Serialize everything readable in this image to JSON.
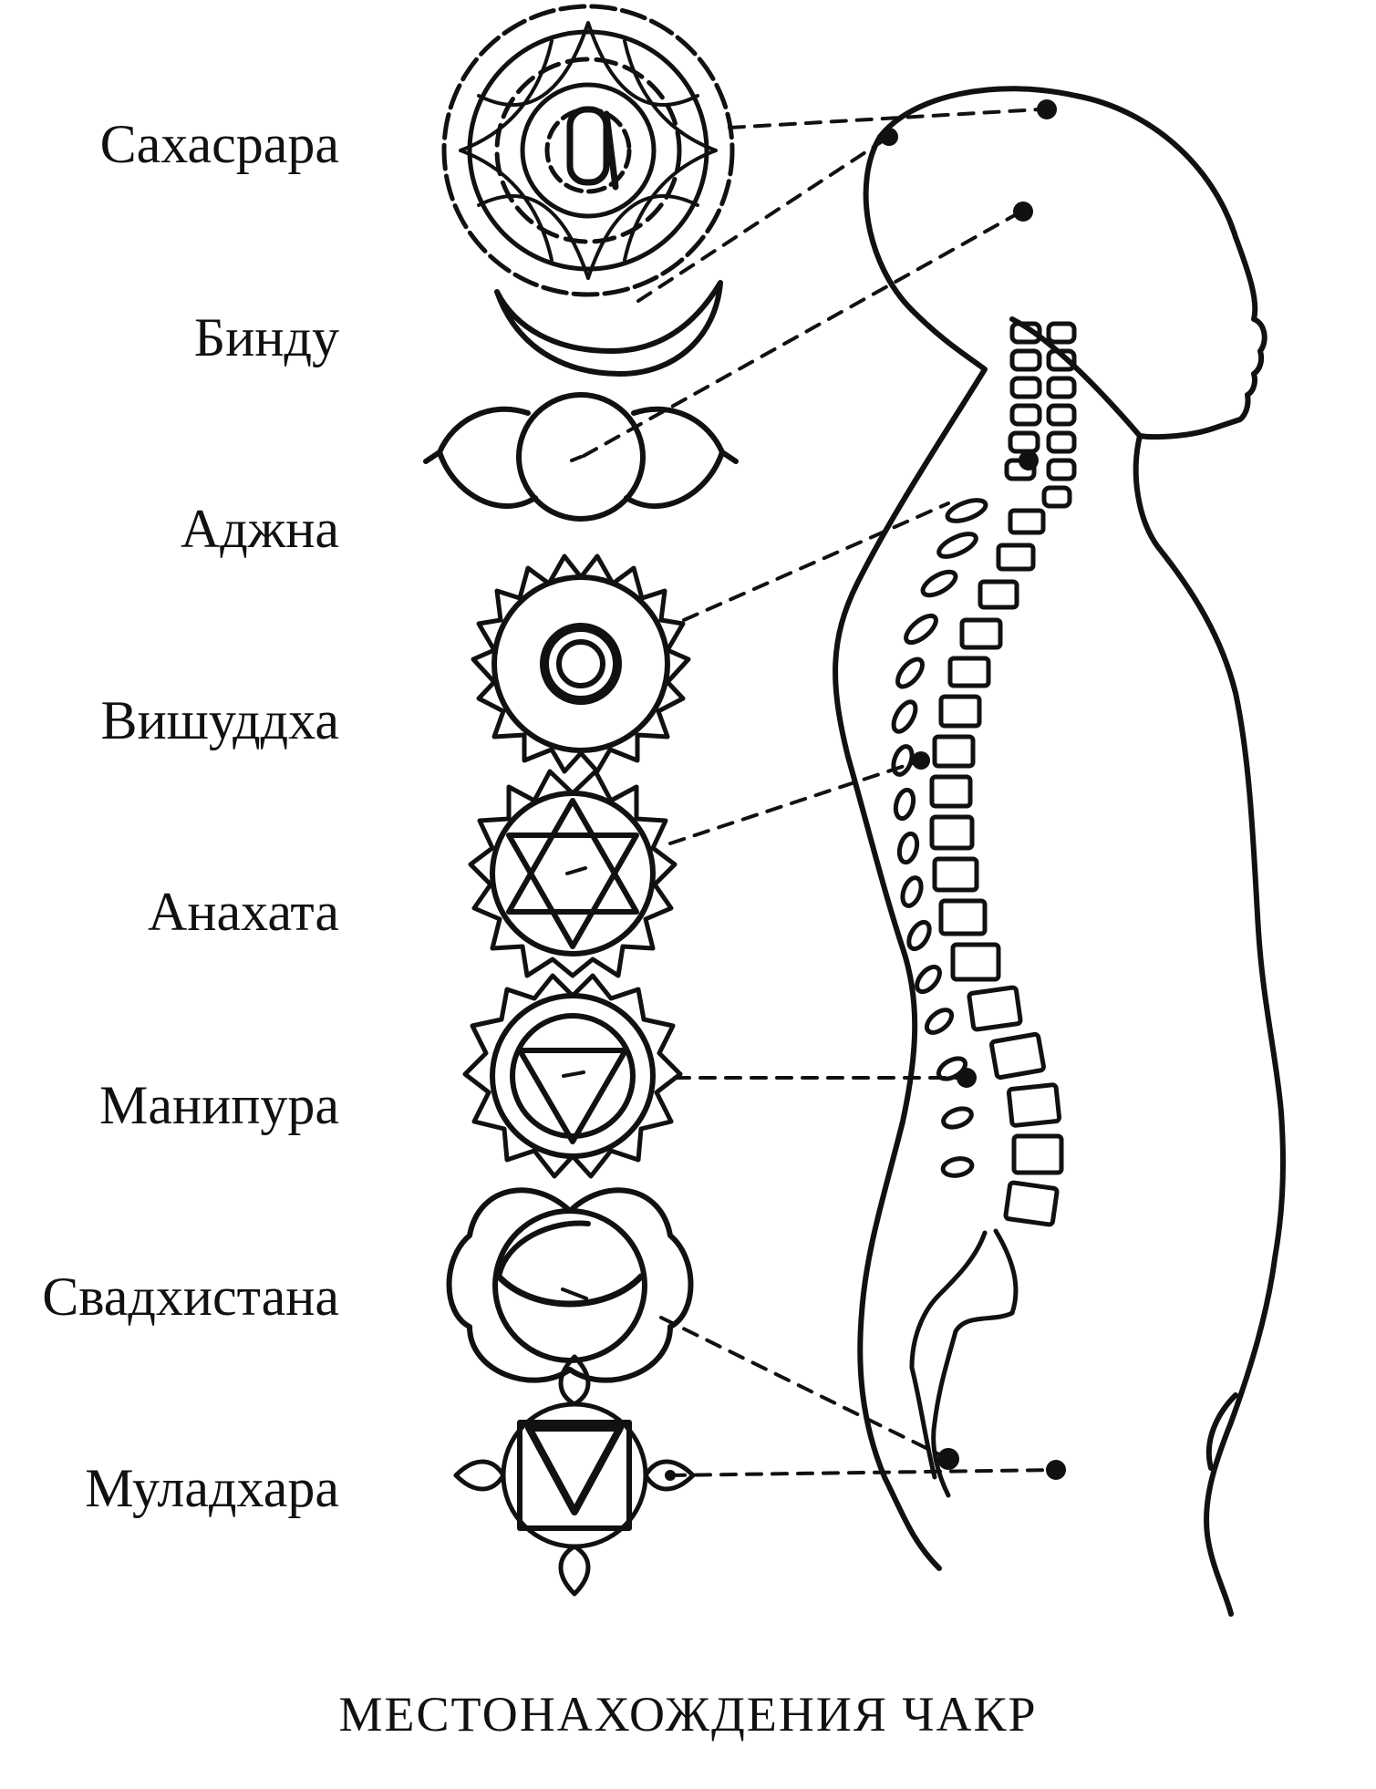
{
  "chakras": [
    {
      "label": "Сахасрара"
    },
    {
      "label": "Бинду"
    },
    {
      "label": "Аджна"
    },
    {
      "label": "Вишуддха"
    },
    {
      "label": "Анахата"
    },
    {
      "label": "Манипура"
    },
    {
      "label": "Свадхистана"
    },
    {
      "label": "Муладхара"
    }
  ],
  "caption": "МЕСТОНАХОЖДЕНИЯ ЧАКР",
  "colors": {
    "ink": "#111111",
    "background": "#ffffff"
  }
}
